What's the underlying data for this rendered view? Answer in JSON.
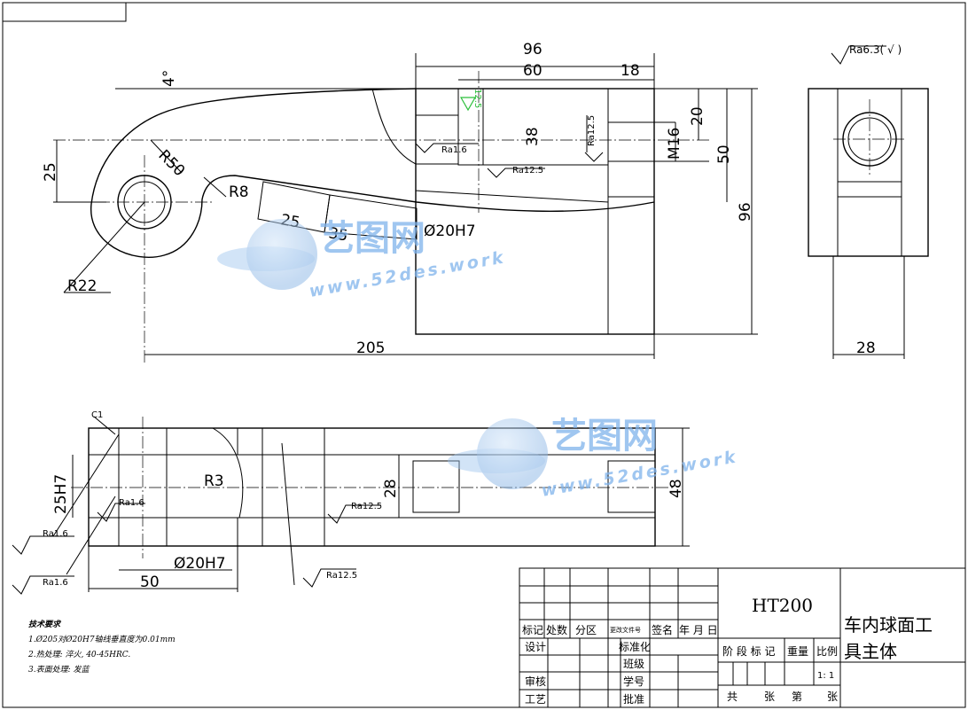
{
  "top_view": {
    "dims": {
      "d96_top": "96",
      "d60": "60",
      "d18": "18",
      "angle4": "4°",
      "d25": "25",
      "r50": "R50",
      "r8": "R8",
      "d25b": "25",
      "d35": "35",
      "phi20h7": "Ø20H7",
      "r22": "R22",
      "d205": "205",
      "d38": "38",
      "d20": "20",
      "m16": "M16",
      "d50": "50",
      "d96_side": "96"
    },
    "roughness": {
      "ra16": "Ra1.6",
      "ra125a": "Ra12.5",
      "ra125b": "Ra12.5",
      "ra25_green": "12.5"
    }
  },
  "side_view": {
    "roughness_note": "Ra6.3(  √  )",
    "dims": {
      "d28": "28"
    }
  },
  "section_view": {
    "dims": {
      "c1": "C1",
      "r3": "R3",
      "h25h7": "25H7",
      "d28": "28",
      "d48": "48",
      "phi20h7": "Ø20H7",
      "d50": "50"
    },
    "roughness": {
      "ra16a": "Ra1.6",
      "ra16b": "Ra1.6",
      "ra16c": "Ra1.6",
      "ra125a": "Ra12.5",
      "ra125b": "Ra12.5"
    }
  },
  "notes": {
    "title": "技术要求",
    "line1": "1.Ø205对Ø20H7轴线垂直度为0.01mm",
    "line2": "2.热处理: 淬火, 40-45HRC.",
    "line3": "3.表面处理: 发蓝"
  },
  "title_block": {
    "material": "HT200",
    "part_name_1": "车内球面工",
    "part_name_2": "具主体",
    "biaoji": "标记",
    "chushu": "处数",
    "fenqu": "分区",
    "gengai": "更改文件号",
    "qianming": "签名",
    "nianyueri": "年 月 日",
    "sheji": "设计",
    "biaozhunhua": "标准化",
    "banji": "班级",
    "shenhe": "审核",
    "xuehao": "学号",
    "gongyi": "工艺",
    "pizhun": "批准",
    "jieduan": "阶 段 标 记",
    "zhongliang": "重量",
    "bili": "比例",
    "scale": "1: 1",
    "gong": "共",
    "zhang1": "张",
    "di": "第",
    "zhang2": "张"
  },
  "watermark": {
    "brand": "艺图网",
    "url": "www.52des.work"
  }
}
